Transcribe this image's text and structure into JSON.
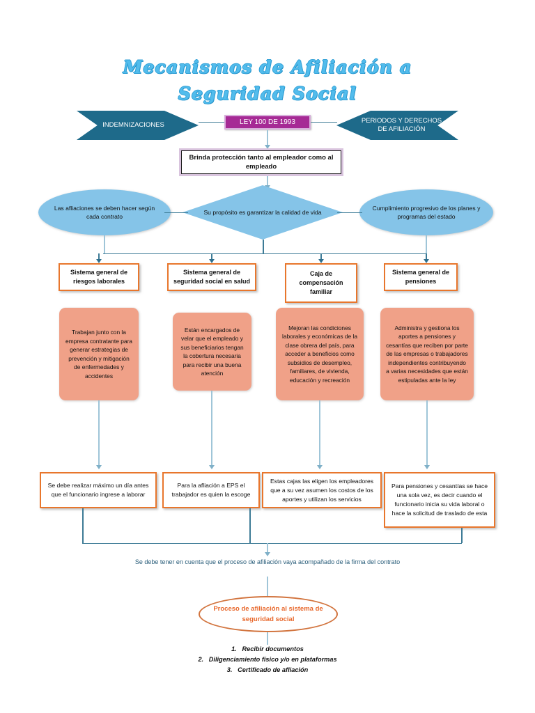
{
  "title": {
    "line1": "Mecanismos de Afiliación a",
    "line2": "Seguridad Social"
  },
  "banners": {
    "left": "INDEMNIZACIONES",
    "right": "PERIODOS Y DERECHOS DE AFILIACIÓN"
  },
  "law_box": "LEY 100 DE 1993",
  "protection_box": "Brinda protección tanto al empleador como al empleado",
  "ellipse_left": "Las afliaciones se deben hacer según cada contrato",
  "diamond": "Su propósito es garantizar la calidad de vida",
  "ellipse_right": "Cumplimiento progresivo de los planes y programas del estado",
  "systems": [
    {
      "header": "Sistema general de riesgos laborales",
      "detail": "Trabajan junto con la empresa contratante para generar estrategias de prevención y mitigación de enfermedades y accidentes",
      "bottom": "Se debe realizar máximo un día antes que el funcionario ingrese a laborar"
    },
    {
      "header": "Sistema general de seguridad social en salud",
      "detail": "Están encargados de velar que el empleado y sus beneficiarios tengan la cobertura necesaria para recibir una buena atención",
      "bottom": "Para la afliación a EPS el trabajador es quien la escoge"
    },
    {
      "header": "Caja de compensación familiar",
      "detail": "Mejoran las condiciones laborales y económicas de la clase obrera del país, para acceder a beneficios como subsidios de desempleo, familiares, de vivienda, educación y recreación",
      "bottom": "Estas cajas las eligen los empleadores que a su vez asumen los costos de los aportes y utilizan los servicios"
    },
    {
      "header": "Sistema general de pensiones",
      "detail": "Administra y gestiona los aportes a pensiones y cesantías que reciben por parte de las empresas o trabajadores independientes contribuyendo a varias necesidades que están estipuladas ante la ley",
      "bottom": "Para pensiones y cesantías se hace una sola vez, es decir cuando el funcionario inicia su vida laboral o hace la solicitud de traslado de esta"
    }
  ],
  "note": "Se debe tener en cuenta que el proceso de afiliación vaya acompañado de la firma del contrato",
  "oval": "Proceso de afiliación al sistema de seguridad social",
  "steps": [
    "1.   Recibir documentos",
    "2.   Diligenciamiento físico y/o en plataformas",
    "3.   Certificado de afliación"
  ],
  "colors": {
    "banner": "#1E6A8A",
    "law": "#A62A95",
    "ellipse": "#85C4E8",
    "orange_border": "#E8762C",
    "salmon": "#F0A188",
    "oval_text": "#E8682C",
    "note_text": "#265B78",
    "title": "#52BCEC"
  }
}
